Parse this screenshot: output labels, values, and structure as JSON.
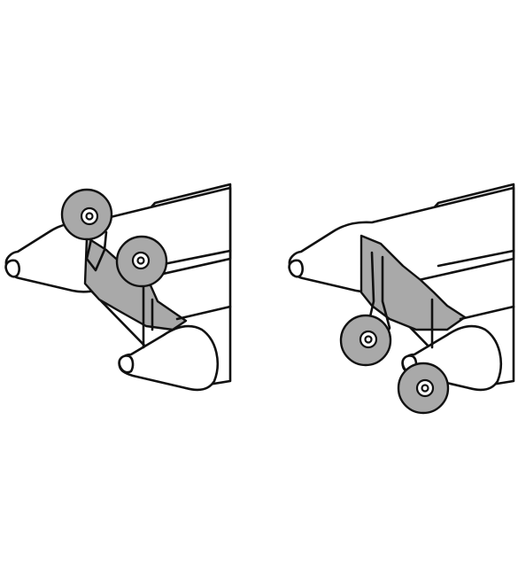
{
  "figure": {
    "panels": [
      {
        "id": "left",
        "wheels": "up"
      },
      {
        "id": "right",
        "wheels": "down"
      }
    ],
    "colors": {
      "outline": "#111111",
      "fill_gray": "#a9a9a9",
      "background": "#ffffff"
    }
  }
}
